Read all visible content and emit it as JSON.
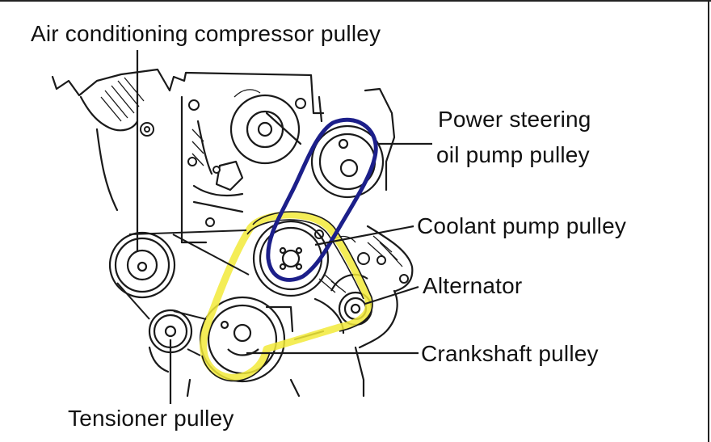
{
  "labels": {
    "ac_compressor": "Air conditioning compressor  pulley",
    "power_steering_line1": "Power steering",
    "power_steering_line2": "oil pump pulley",
    "coolant_pump": "Coolant pump pulley",
    "alternator": "Alternator",
    "crankshaft": "Crankshaft pulley",
    "tensioner": "Tensioner pulley"
  },
  "colors": {
    "line_art": "#1a1a1a",
    "yellow_belt_highlight": "#f2ea3a",
    "blue_belt_outline": "#1c1f8a",
    "background": "#ffffff"
  }
}
